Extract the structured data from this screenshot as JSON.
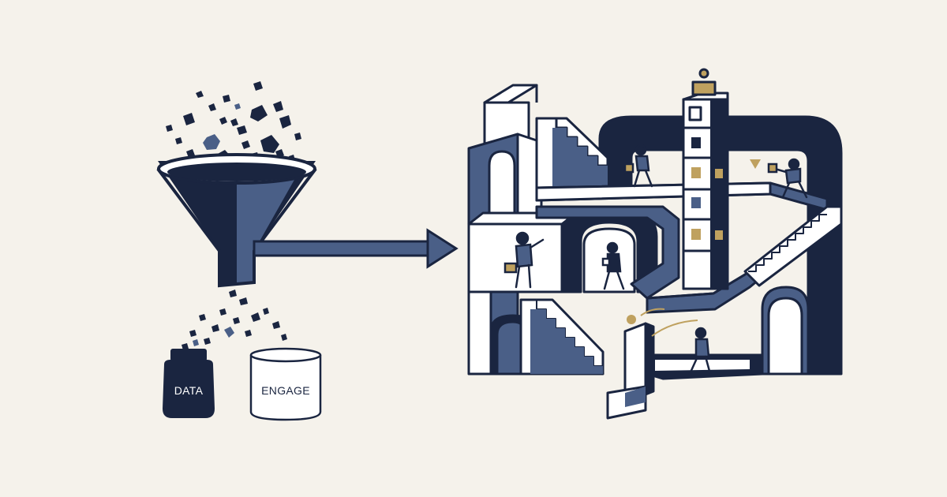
{
  "illustration": {
    "colors": {
      "background": "#f5f2eb",
      "navy": "#1a2540",
      "slate": "#4a5f87",
      "gold": "#bfa15f",
      "paper": "#ffffff"
    },
    "containers": {
      "data_label": "DATA",
      "engage_label": "ENGAGE"
    },
    "icons": [
      "funnel-icon",
      "arrow-right-icon",
      "jar-icon",
      "cylinder-icon",
      "staircase-building",
      "person-figure"
    ]
  }
}
